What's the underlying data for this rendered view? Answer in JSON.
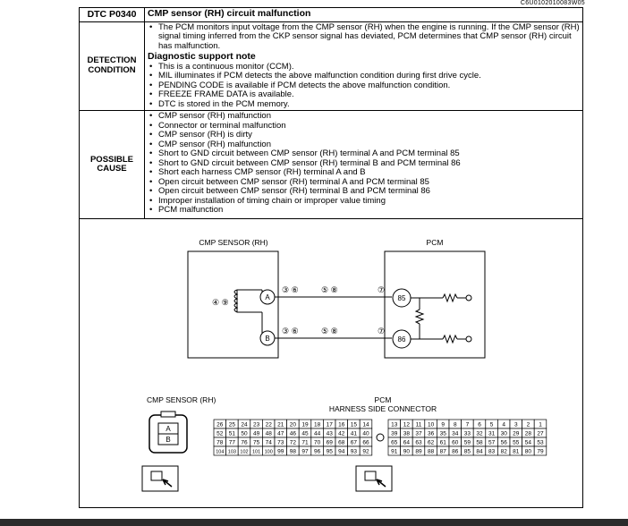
{
  "doc_id": "C6U0102010083W05",
  "dtc": {
    "code": "DTC P0340",
    "title": "CMP sensor (RH) circuit malfunction",
    "detection": {
      "label_line1": "DETECTION",
      "label_line2": "CONDITION",
      "main_bullet": "The PCM monitors input voltage from the CMP sensor (RH) when the engine is running. If the CMP sensor (RH) signal timing inferred from the CKP sensor signal has deviated, PCM determines that CMP sensor (RH) circuit has malfunction.",
      "note_title": "Diagnostic support note",
      "notes": [
        "This is a continuous monitor (CCM).",
        "MIL illuminates if PCM detects the above malfunction condition during first drive cycle.",
        "PENDING CODE is available if PCM detects the above malfunction condition.",
        "FREEZE FRAME DATA is available.",
        "DTC is stored in the PCM memory."
      ]
    },
    "possible_cause": {
      "label_line1": "POSSIBLE",
      "label_line2": "CAUSE",
      "items": [
        "CMP sensor (RH) malfunction",
        "Connector or terminal malfunction",
        "CMP sensor (RH) is dirty",
        "CMP sensor (RH) malfunction",
        "Short to GND circuit between CMP sensor (RH) terminal A and PCM terminal 85",
        "Short to GND circuit between CMP sensor (RH) terminal B and PCM terminal 86",
        "Short each harness CMP sensor (RH) terminal A and B",
        "Open circuit between CMP sensor (RH) terminal A and PCM terminal 85",
        "Open circuit between CMP sensor (RH) terminal B and PCM terminal 86",
        "Improper installation of timing chain or improper value timing",
        "PCM malfunction"
      ]
    }
  },
  "diagram": {
    "sensor_label": "CMP SENSOR (RH)",
    "pcm_label": "PCM",
    "terminal_a": "A",
    "terminal_b": "B",
    "pcm_pin_85": "85",
    "pcm_pin_86": "86",
    "coil_markers": "④ ⑨",
    "sensor_side_markers": "③ ⑥",
    "mid_markers": "⑤ ⑧",
    "pcm_side_marker": "⑦"
  },
  "connectors": {
    "sensor_label": "CMP SENSOR (RH)",
    "pcm_label_line1": "PCM",
    "pcm_label_line2": "HARNESS SIDE CONNECTOR",
    "sensor_pins": [
      "A",
      "B"
    ],
    "left_rows": [
      [
        "26",
        "25",
        "24",
        "23",
        "22",
        "21",
        "20",
        "19",
        "18",
        "17",
        "16",
        "15",
        "14"
      ],
      [
        "52",
        "51",
        "50",
        "49",
        "48",
        "47",
        "46",
        "45",
        "44",
        "43",
        "42",
        "41",
        "40"
      ],
      [
        "78",
        "77",
        "76",
        "75",
        "74",
        "73",
        "72",
        "71",
        "70",
        "69",
        "68",
        "67",
        "66"
      ],
      [
        "104",
        "103",
        "102",
        "101",
        "100",
        "99",
        "98",
        "97",
        "96",
        "95",
        "94",
        "93",
        "92"
      ]
    ],
    "right_rows": [
      [
        "13",
        "12",
        "11",
        "10",
        "9",
        "8",
        "7",
        "6",
        "5",
        "4",
        "3",
        "2",
        "1"
      ],
      [
        "39",
        "38",
        "37",
        "36",
        "35",
        "34",
        "33",
        "32",
        "31",
        "30",
        "29",
        "28",
        "27"
      ],
      [
        "65",
        "64",
        "63",
        "62",
        "61",
        "60",
        "59",
        "58",
        "57",
        "56",
        "55",
        "54",
        "53"
      ],
      [
        "91",
        "90",
        "89",
        "88",
        "87",
        "86",
        "85",
        "84",
        "83",
        "82",
        "81",
        "80",
        "79"
      ]
    ]
  }
}
